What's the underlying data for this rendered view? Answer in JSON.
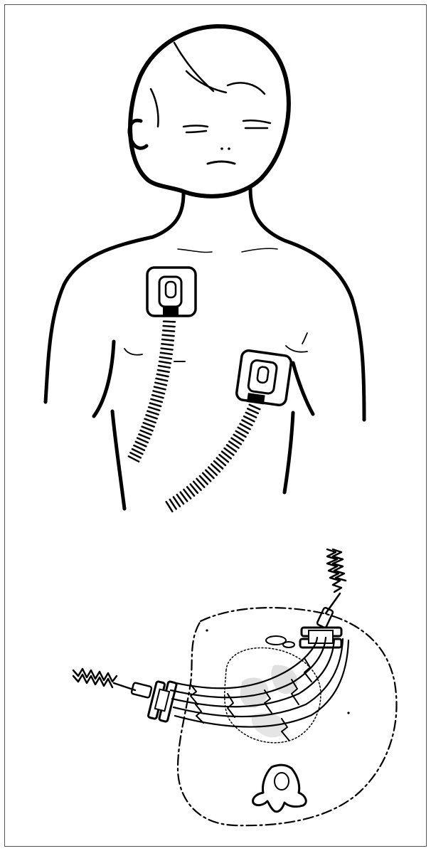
{
  "figure": {
    "border_color": "#555555",
    "ink_color": "#000000",
    "background": "#ffffff"
  },
  "panels": [
    {
      "id": "child-front-view",
      "icons": [
        "child-torso-figure",
        "anterior-pad-icon",
        "lateral-pad-icon",
        "coiled-cable-icon"
      ]
    },
    {
      "id": "thorax-cross-section",
      "icons": [
        "thorax-outline",
        "spine-vertebra-icon",
        "heart-icon",
        "current-path-icon",
        "paddle-connector-icon"
      ]
    }
  ]
}
